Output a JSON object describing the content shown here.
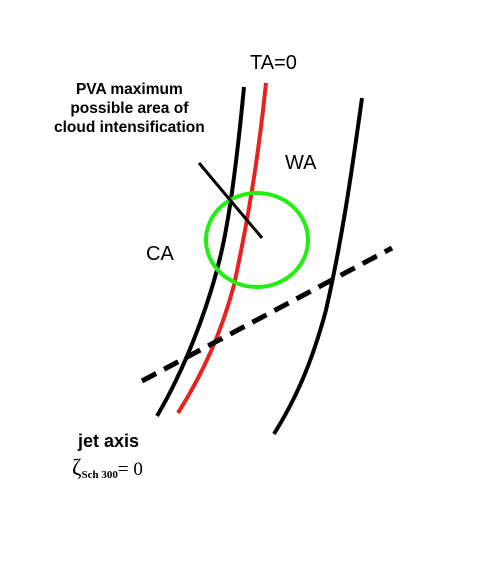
{
  "labels": {
    "ta": "TA=0",
    "pva": "PVA maximum\npossible area of\ncloud intensification",
    "wa": "WA",
    "ca": "CA",
    "jet_axis": "jet axis",
    "zeta_symbol": "ζ",
    "zeta_subscript": "Sch 300",
    "zeta_equals": "= 0"
  },
  "colors": {
    "isotherm": "#000000",
    "ta_zero_line": "#e8231f",
    "pva_circle": "#22ee11",
    "jet_axis": "#000000"
  }
}
